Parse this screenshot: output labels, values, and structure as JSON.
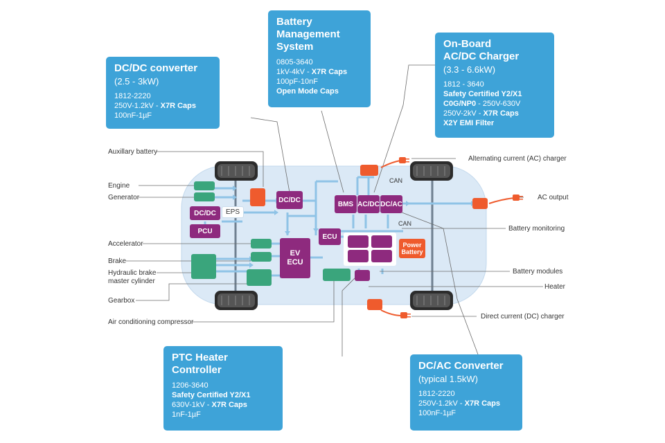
{
  "callouts": {
    "dcdc": {
      "title": "DC/DC converter",
      "sub": "(2.5 - 3kW)",
      "l1": "1812-2220",
      "l2a": "250V-1.2kV - ",
      "l2b": "X7R Caps",
      "l3": "100nF-1µF"
    },
    "bms": {
      "t1": "Battery",
      "t2": "Management",
      "t3": "System",
      "l1": "0805-3640",
      "l2a": "1kV-4kV - ",
      "l2b": "X7R Caps",
      "l3": "100pF-10nF",
      "l4": "Open Mode Caps"
    },
    "obc": {
      "t1": "On-Board",
      "t2": "AC/DC Charger",
      "sub": "(3.3 - 6.6kW)",
      "l1": "1812 - 3640",
      "l2": "Safety Certified Y2/X1",
      "l3a": "C0G/NP0",
      "l3b": " - 250V-630V",
      "l4a": "250V-2kV - ",
      "l4b": "X7R Caps",
      "l5": "X2Y EMI Filter"
    },
    "ptc": {
      "t1": "PTC Heater",
      "t2": "Controller",
      "l1": "1206-3640",
      "l2": "Safety Certified Y2/X1",
      "l3a": "630V-1kV - ",
      "l3b": "X7R Caps",
      "l4": "1nF-1µF"
    },
    "dcac": {
      "title": "DC/AC Converter",
      "sub": "(typical 1.5kW)",
      "l1": "1812-2220",
      "l2a": "250V-1.2kV - ",
      "l2b": "X7R Caps",
      "l3": "100nF-1µF"
    }
  },
  "labels": {
    "aux_battery": "Auxillary battery",
    "engine": "Engine",
    "generator": "Generator",
    "accelerator": "Accelerator",
    "brake": "Brake",
    "hydraulic1": "Hydraulic brake",
    "hydraulic2": "master cylinder",
    "gearbox": "Gearbox",
    "air_cond": "Air conditioning compressor",
    "ac_charger": "Alternating current (AC) charger",
    "ac_output": "AC output",
    "battery_monitoring": "Battery monitoring",
    "battery_modules": "Battery modules",
    "heater": "Heater",
    "dc_charger": "Direct current (DC) charger"
  },
  "blocks": {
    "dcdc_left": "DC/DC",
    "pcu": "PCU",
    "eps": "EPS",
    "dcdc_center": "DC/DC",
    "ev_ecu1": "EV",
    "ev_ecu2": "ECU",
    "ecu": "ECU",
    "bms": "BMS",
    "acdc": "AC/DC",
    "dcac": "DC/AC",
    "power1": "Power",
    "power2": "Battery",
    "can_top": "CAN",
    "can_mid": "CAN"
  },
  "colors": {
    "callout": "#3ea3d8",
    "purple": "#8e2a7e",
    "green": "#3aa57c",
    "orange": "#ef5b2d",
    "car_body": "#dbe9f6",
    "arrow": "#8fc3e6"
  }
}
